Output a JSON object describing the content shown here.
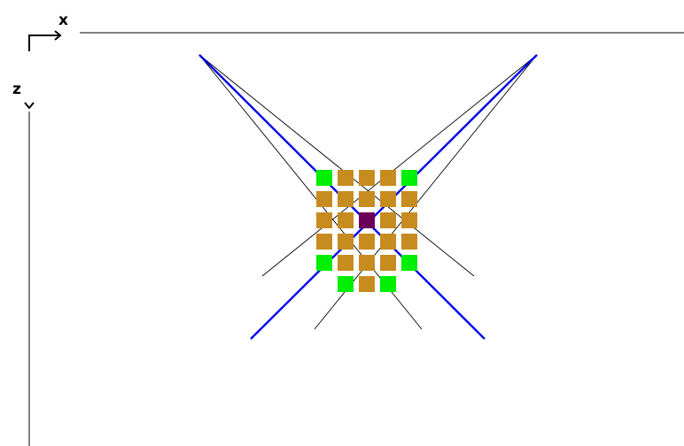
{
  "axes": {
    "x_label": "x",
    "z_label": "z"
  },
  "colors": {
    "background": "#ffffff",
    "axis": "#000000",
    "ray_main": "#0000ee",
    "ray_thin": "#000000",
    "cell_default": "#c68c20",
    "cell_edge": "#00ee00",
    "cell_center": "#6b005a"
  },
  "grid": {
    "rows": [
      [
        "edge",
        "default",
        "default",
        "default",
        "edge"
      ],
      [
        "default",
        "default",
        "default",
        "default",
        "default"
      ],
      [
        "default",
        "default",
        "center",
        "default",
        "default"
      ],
      [
        "default",
        "default",
        "default",
        "default",
        "default"
      ],
      [
        "edge",
        "default",
        "default",
        "default",
        "edge"
      ],
      [
        "empty",
        "edge",
        "default",
        "edge",
        "empty"
      ]
    ]
  }
}
